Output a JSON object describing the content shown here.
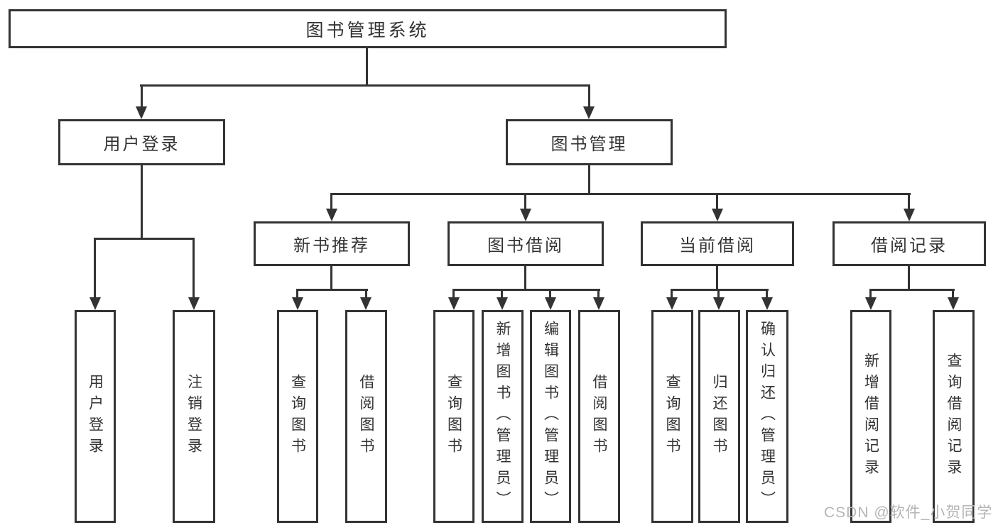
{
  "tree": {
    "root": {
      "label": "图书管理系统",
      "children": [
        {
          "label": "用户登录",
          "children": [
            {
              "label": "用户登录"
            },
            {
              "label": "注销登录"
            }
          ]
        },
        {
          "label": "图书管理",
          "children": [
            {
              "label": "新书推荐",
              "children": [
                {
                  "label": "查询图书"
                },
                {
                  "label": "借阅图书"
                }
              ]
            },
            {
              "label": "图书借阅",
              "children": [
                {
                  "label": "查询图书"
                },
                {
                  "label": "新增图书（管理员）"
                },
                {
                  "label": "编辑图书（管理员）"
                },
                {
                  "label": "借阅图书"
                }
              ]
            },
            {
              "label": "当前借阅",
              "children": [
                {
                  "label": "查询图书"
                },
                {
                  "label": "归还图书"
                },
                {
                  "label": "确认归还（管理员）"
                }
              ]
            },
            {
              "label": "借阅记录",
              "children": [
                {
                  "label": "新增借阅记录"
                },
                {
                  "label": "查询借阅记录"
                }
              ]
            }
          ]
        }
      ]
    }
  },
  "watermark": "CSDN @软件_小贺同学",
  "colors": {
    "line": "#333333",
    "text": "#333333",
    "background": "#ffffff",
    "watermark": "#b5b5b5"
  }
}
